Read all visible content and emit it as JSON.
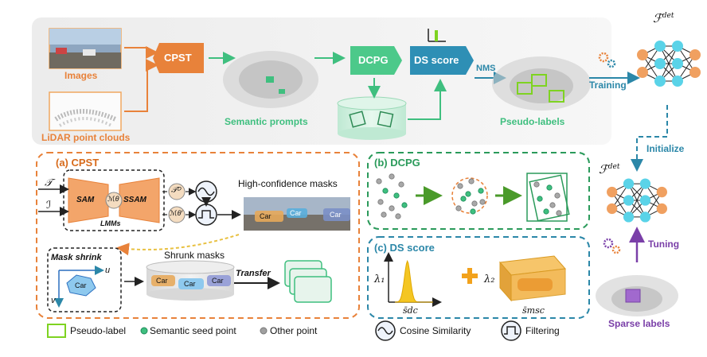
{
  "top": {
    "images_label": "Images",
    "lidar_label": "LiDAR point clouds",
    "cpst_block": "CPST",
    "semantic_prompts_label": "Semantic prompts",
    "dcpg_block": "DCPG",
    "ds_score_block": "DS score",
    "nms_label": "NMS",
    "pseudo_labels_label": "Pseudo-labels",
    "training_label": "Training",
    "initialize_label": "Initialize",
    "tuning_label": "Tuning",
    "sparse_labels_label": "Sparse labels",
    "fdet_top_base": "ℱ",
    "fdet_top_sup": "det",
    "fdet_mid_base": "ℱ",
    "fdet_mid_sup": "det"
  },
  "panel_a": {
    "title": "(a) CPST",
    "input_t": "𝒯",
    "input_i": "ℐ",
    "sam": "SAM",
    "ssam": "SSAM",
    "m_theta": "ℳθ",
    "lmms": "LMMs",
    "t_d": "𝒯ᴰ",
    "m_theta2": "ℳθ′",
    "high_conf": "High-confidence masks",
    "car": "Car",
    "mask_shrink": "Mask shrink",
    "axis_u": "u",
    "axis_v": "v",
    "shrunk_masks": "Shrunk masks",
    "transfer": "Transfer"
  },
  "panel_b": {
    "title": "(b) DCPG"
  },
  "panel_c": {
    "title": "(c) DS score",
    "lambda1": "λ₁",
    "lambda2": "λ₂",
    "s_dc": "s̄dc",
    "s_msc": "s̄msc",
    "plus": "+"
  },
  "legend": {
    "pseudo_label": "Pseudo-label",
    "seed_point": "Semantic seed point",
    "other_point": "Other point",
    "cosine": "Cosine Similarity",
    "filtering": "Filtering"
  },
  "colors": {
    "orange": "#e8823a",
    "green": "#3fbf7f",
    "teal": "#2b87a8",
    "purple": "#7a3fa8",
    "lime": "#7ed321"
  }
}
